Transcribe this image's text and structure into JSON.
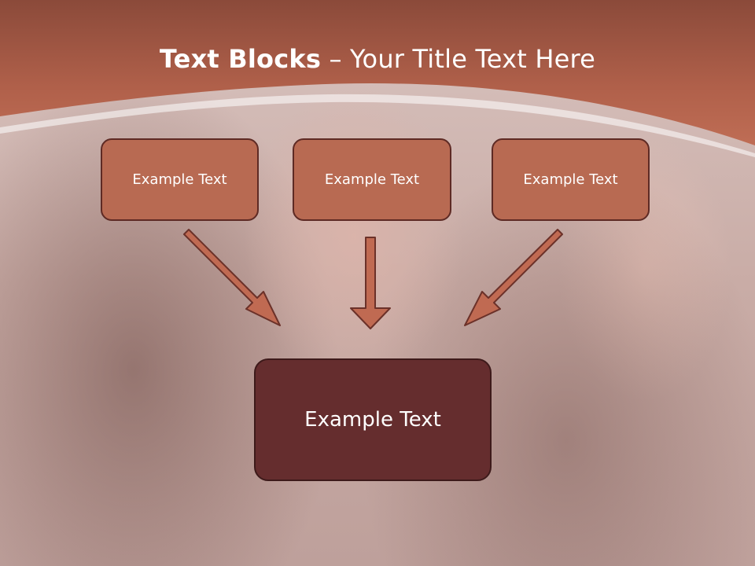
{
  "slide": {
    "title_bold": "Text Blocks",
    "title_rest": " – Your Title Text Here",
    "box_left_text": "Example Text",
    "box_center_text": "Example Text",
    "box_right_text": "Example Text",
    "box_bottom_text": "Example Text"
  },
  "colors": {
    "header": "#a65842",
    "box_fill": "#b86a52",
    "box_border": "#5e2a24",
    "bottom_box_fill": "#652d2e",
    "arrow_fill": "#c06a52"
  }
}
